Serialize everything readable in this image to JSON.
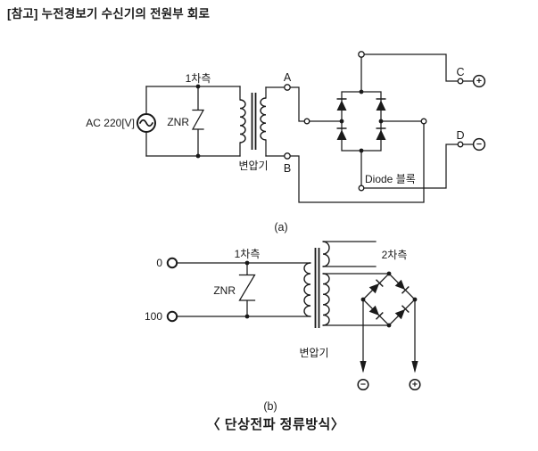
{
  "title": "[참고] 누전경보기 수신기의 전원부 회로",
  "colors": {
    "ink": "#1a1a1a",
    "paper": "#ffffff"
  },
  "circuit_a": {
    "caption": "(a)",
    "source_label": "AC 220[V]",
    "primary_side_label": "1차측",
    "varistor_label": "ZNR",
    "transformer_label": "변압기",
    "node_top": "A",
    "node_bottom": "B",
    "diode_block_label": "Diode 블록",
    "terminal_positive": "C",
    "terminal_negative": "D",
    "plus_sign": "+",
    "minus_sign": "−"
  },
  "circuit_b": {
    "caption": "(b)",
    "input_top_label": "0",
    "input_bottom_label": "100",
    "primary_side_label": "1차측",
    "secondary_side_label": "2차측",
    "varistor_label": "ZNR",
    "transformer_label": "변압기",
    "output_negative_sign": "−",
    "output_positive_sign": "+"
  },
  "footer_caption": "〈 단상전파 정류방식〉"
}
